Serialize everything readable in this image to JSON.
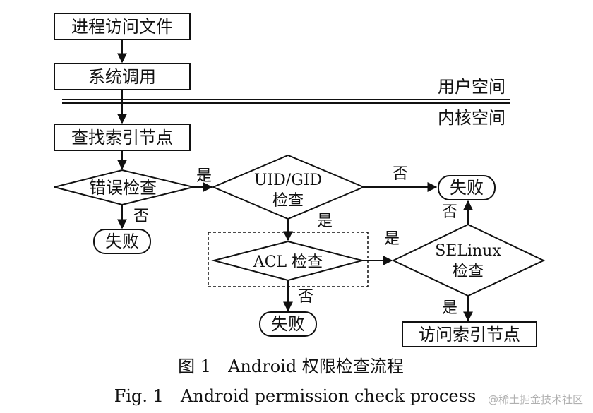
{
  "nodes": {
    "process_access_file": "进程访问文件",
    "syscall": "系统调用",
    "find_inode": "查找索引节点",
    "error_check": "错误检查",
    "uid_gid_check_line1": "UID/GID",
    "uid_gid_check_line2": "检查",
    "acl_check": "ACL 检查",
    "selinux_check_line1": "SELinux",
    "selinux_check_line2": "检查",
    "access_inode": "访问索引节点",
    "fail_1": "失败",
    "fail_2": "失败",
    "fail_3": "失败"
  },
  "regions": {
    "user_space": "用户空间",
    "kernel_space": "内核空间"
  },
  "edge_labels": {
    "error_to_uid_yes": "是",
    "uid_to_fail_no": "否",
    "uid_to_acl_yes": "是",
    "error_to_fail_no": "否",
    "acl_to_selinux_yes": "是",
    "acl_to_fail_no": "否",
    "selinux_to_fail_no": "否",
    "selinux_to_access_yes": "是"
  },
  "caption": {
    "cn": "图 1　Android 权限检查流程",
    "en": "Fig. 1　Android permission check process"
  },
  "watermark": "@稀土掘金技术社区"
}
